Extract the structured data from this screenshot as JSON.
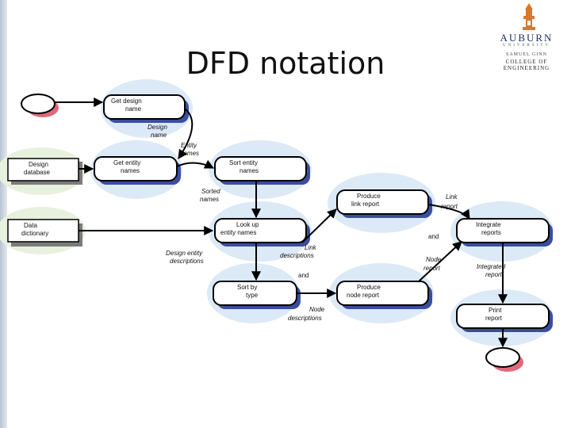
{
  "title": "DFD notation",
  "logo": {
    "name": "AUBURN",
    "subtitle": "UNIVERSITY",
    "college_line1": "SAMUEL GINN",
    "college_line2": "COLLEGE OF ENGINEERING"
  },
  "processes": {
    "get_design_name": [
      "Get design",
      "name"
    ],
    "get_entity_names": [
      "Get entity",
      "names"
    ],
    "sort_entity_names": [
      "Sort entity",
      "names"
    ],
    "produce_link_report": [
      "Produce",
      "link report"
    ],
    "look_up_entity_names": [
      "Look up",
      "entity names"
    ],
    "integrate_reports": [
      "Integrate",
      "reports"
    ],
    "sort_by_type": [
      "Sort by",
      "type"
    ],
    "produce_node_report": [
      "Produce",
      "node report"
    ],
    "print_report": [
      "Print",
      "report"
    ]
  },
  "data_stores": {
    "design_database": [
      "Design",
      "database"
    ],
    "data_dictionary": [
      "Data",
      "dictionary"
    ]
  },
  "flows": {
    "design_name": [
      "Design",
      "name"
    ],
    "entity_names": [
      "Entity",
      "names"
    ],
    "sorted_names": [
      "Sorted",
      "names"
    ],
    "link_report": [
      "Link",
      "report"
    ],
    "design_entity_descriptions": [
      "Design entity",
      "descriptions"
    ],
    "link_descriptions": [
      "Link",
      "descriptions"
    ],
    "node_report": [
      "Node",
      "report"
    ],
    "integrated_report": [
      "Integrated",
      "report"
    ],
    "node_descriptions": [
      "Node",
      "descriptions"
    ],
    "and_1": "and",
    "and_2": "and"
  }
}
